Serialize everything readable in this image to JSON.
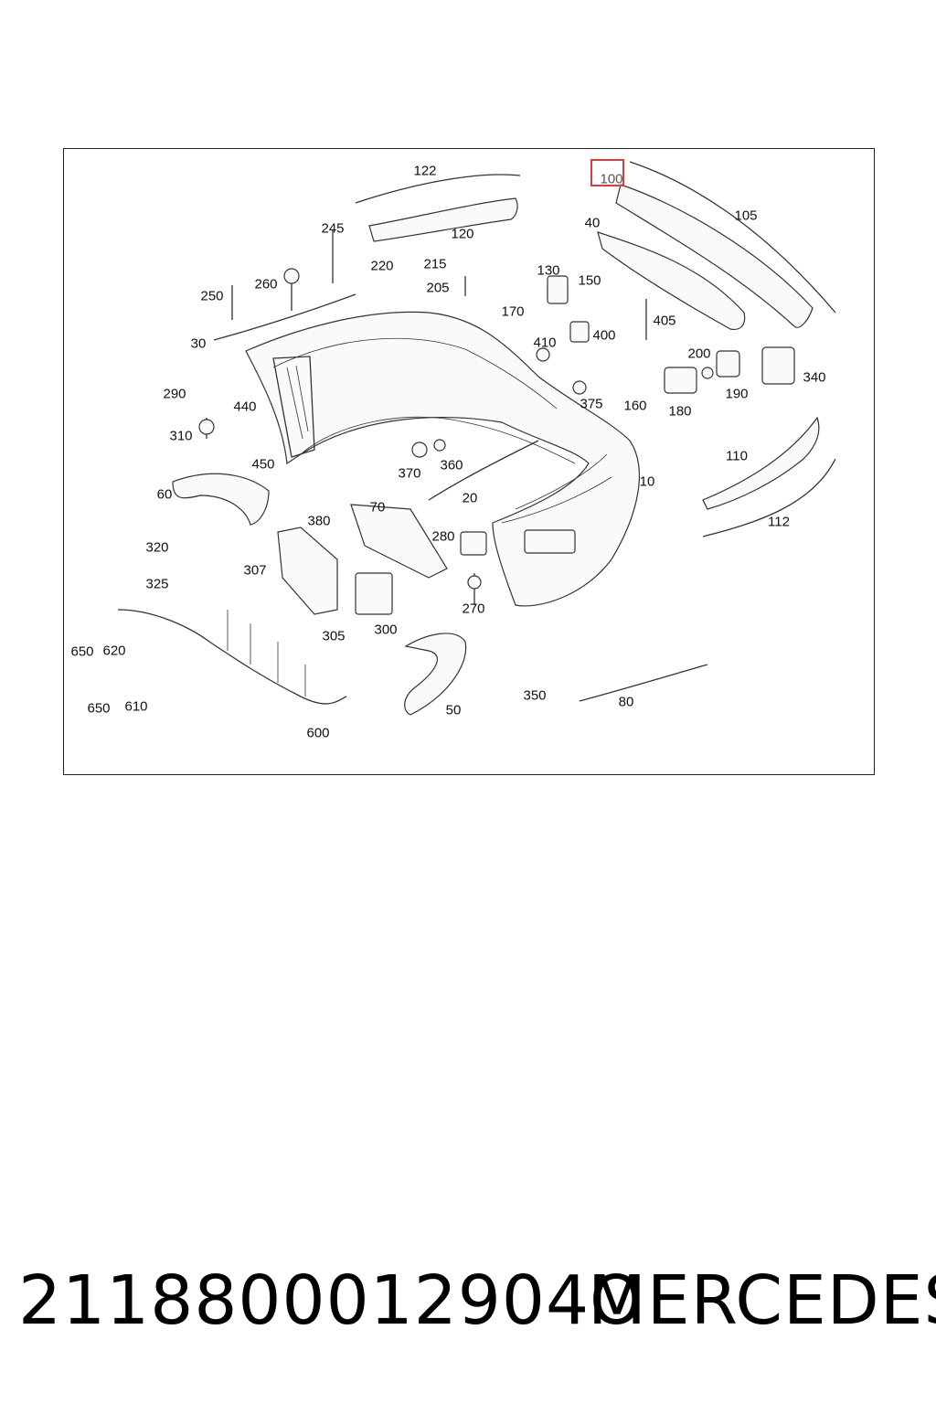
{
  "diagram": {
    "highlighted_label": "100",
    "labels": [
      "122",
      "120",
      "245",
      "220",
      "215",
      "205",
      "250",
      "260",
      "30",
      "290",
      "440",
      "310",
      "450",
      "60",
      "380",
      "70",
      "320",
      "307",
      "325",
      "305",
      "300",
      "280",
      "270",
      "650",
      "620",
      "610",
      "600",
      "50",
      "350",
      "80",
      "100",
      "105",
      "40",
      "130",
      "150",
      "170",
      "405",
      "410",
      "400",
      "375",
      "160",
      "200",
      "180",
      "190",
      "340",
      "110",
      "112",
      "10",
      "20",
      "370",
      "360"
    ]
  },
  "footer": {
    "part_number": "2118800012904O",
    "brand": "MERCEDES"
  }
}
